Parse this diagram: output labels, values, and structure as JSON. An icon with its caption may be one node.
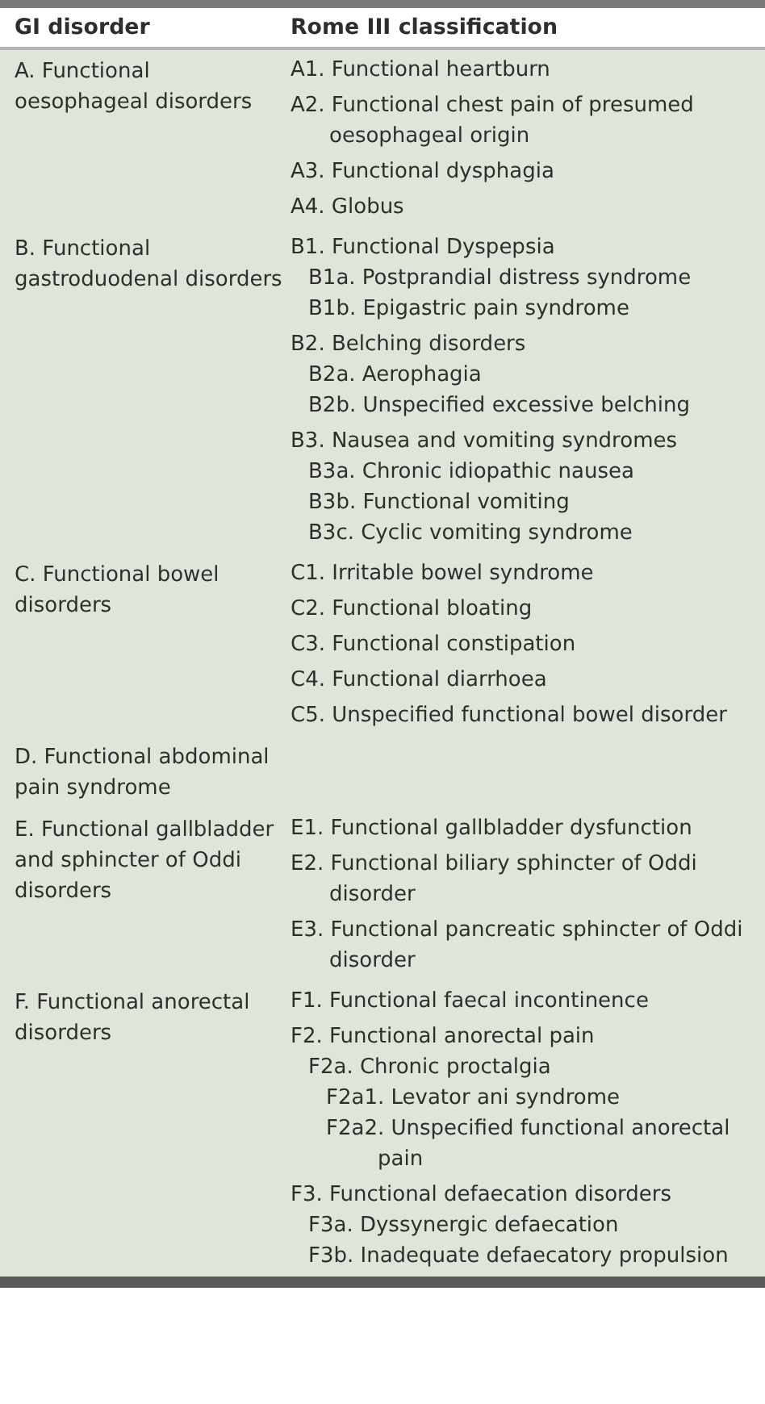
{
  "diagram": {
    "labels": [
      "GI disorder",
      "Rome III classification",
      "A. Functional oesophageal disorders",
      "A1. Functional heartburn",
      "A2. Functional chest pain of presumed oesophageal origin",
      "A3. Functional dysphagia",
      "A4. Globus",
      "B. Functional gastroduodenal disorders",
      "B1. Functional Dyspepsia",
      "B1a. Postprandial distress syndrome",
      "B1b. Epigastric pain syndrome",
      "B2. Belching disorders",
      "B2a. Aerophagia",
      "B2b. Unspecified excessive belching",
      "B3. Nausea and vomiting syndromes",
      "B3a. Chronic idiopathic nausea",
      "B3b. Functional vomiting",
      "B3c. Cyclic vomiting syndrome",
      "C. Functional bowel disorders",
      "C1. Irritable bowel syndrome",
      "C2. Functional bloating",
      "C3. Functional constipation",
      "C4. Functional diarrhoea",
      "C5. Unspecified functional bowel disorder",
      "D. Functional abdominal pain syndrome",
      "E. Functional gallbladder and sphincter of Oddi disorders",
      "E1. Functional gallbladder dysfunction",
      "E2. Functional biliary sphincter of Oddi disorder",
      "E3. Functional pancreatic sphincter of Oddi disorder",
      "F. Functional anorectal disorders",
      "F1. Functional faecal incontinence",
      "F2. Functional anorectal pain",
      "F2a. Chronic proctalgia",
      "F2a1. Levator ani syndrome",
      "F2a2. Unspecified functional anorectal pain",
      "F3. Functional defaecation disorders",
      "F3a. Dyssynergic defaecation",
      "F3b. Inadequate defaecatory propulsion"
    ]
  }
}
